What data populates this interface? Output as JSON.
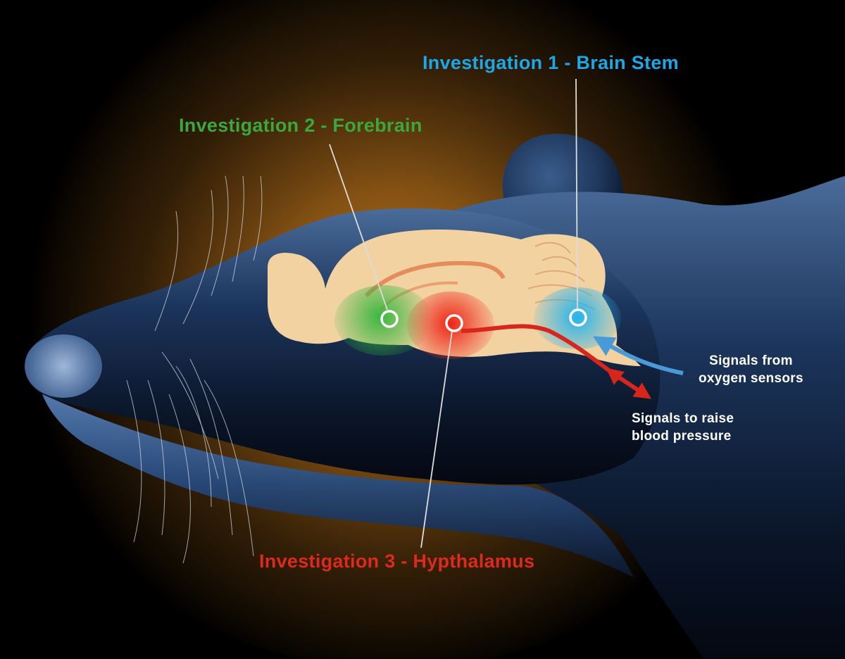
{
  "investigations": [
    {
      "label": "Investigation 1 - Brain Stem",
      "color": "#1ea6e6"
    },
    {
      "label": "Investigation 2 - Forebrain",
      "color": "#3aa83c"
    },
    {
      "label": "Investigation 3 - Hypthalamus",
      "color": "#dd2a1b"
    }
  ],
  "notes": {
    "signals_from": [
      "Signals from",
      "oxygen sensors"
    ],
    "signals_to": [
      "Signals to raise",
      "blood pressure"
    ]
  },
  "colors": {
    "background": "#000000",
    "glow": "#b5701c",
    "head": "#2a4a78",
    "brain": "#f3d2a2",
    "blue_signal": "#4a9ad8",
    "red_signal": "#d8261c"
  }
}
